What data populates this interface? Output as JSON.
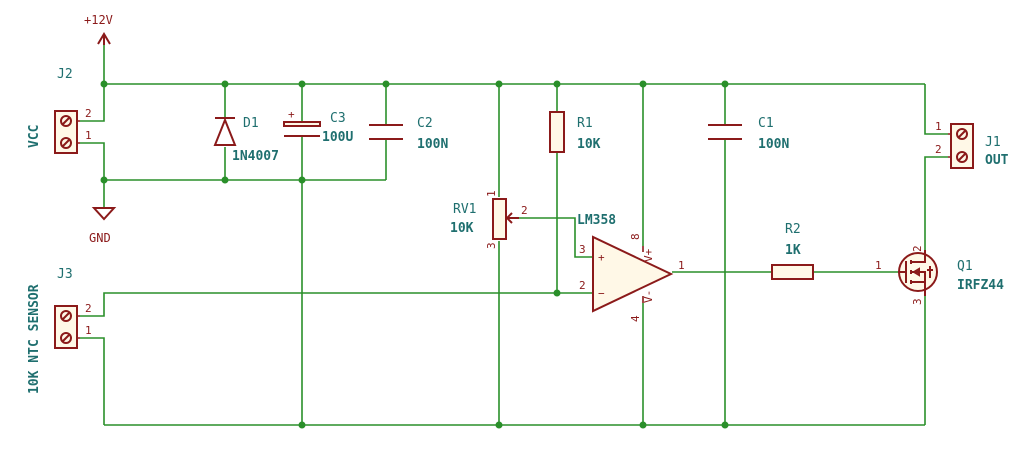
{
  "power": {
    "vcc_label": "+12V",
    "gnd_label": "GND"
  },
  "connectors": {
    "j2": {
      "ref": "J2",
      "net": "VCC",
      "pin1": "1",
      "pin2": "2"
    },
    "j3": {
      "ref": "J3",
      "net": "10K NTC SENSOR",
      "pin1": "1",
      "pin2": "2"
    },
    "j1": {
      "ref": "J1",
      "net": "OUT",
      "pin1": "1",
      "pin2": "2"
    }
  },
  "components": {
    "d1": {
      "ref": "D1",
      "value": "1N4007"
    },
    "c3": {
      "ref": "C3",
      "value": "100U",
      "plus": "+"
    },
    "c2": {
      "ref": "C2",
      "value": "100N"
    },
    "r1": {
      "ref": "R1",
      "value": "10K"
    },
    "rv1": {
      "ref": "RV1",
      "value": "10K",
      "pin1": "1",
      "pin2": "2",
      "pin3": "3"
    },
    "u1": {
      "value": "LM358",
      "pin1": "1",
      "pin2": "2",
      "pin3": "3",
      "pin4": "4",
      "pin8": "8",
      "vplus": "V+",
      "vminus": "V-",
      "inplus": "+",
      "inminus": "−"
    },
    "c1": {
      "ref": "C1",
      "value": "100N"
    },
    "r2": {
      "ref": "R2",
      "value": "1K"
    },
    "q1": {
      "ref": "Q1",
      "value": "IRFZ44",
      "pin1": "1",
      "pin2": "2",
      "pin3": "3"
    }
  }
}
